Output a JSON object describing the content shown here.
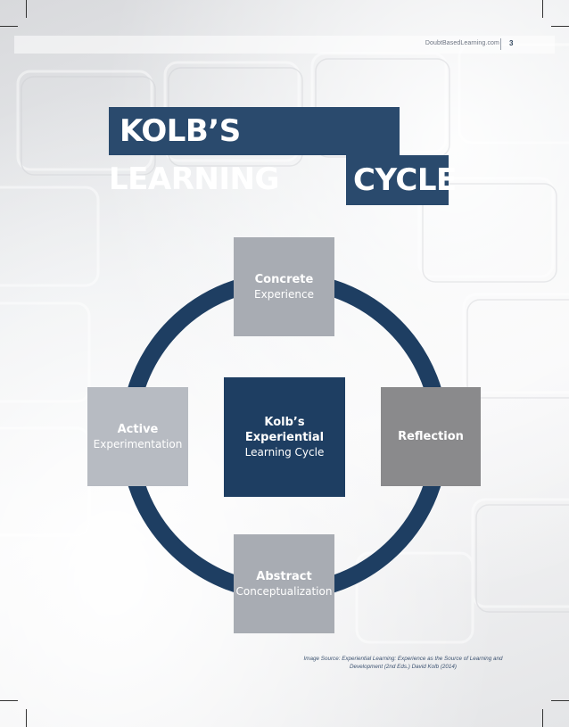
{
  "header": {
    "site_url": "DoubtBasedLearning.com",
    "page_number": "3"
  },
  "title": {
    "line1": "KOLB’S LEARNING",
    "line2": "CYCLE"
  },
  "cycle": {
    "center": {
      "bold": "Kolb’s Experiential",
      "light": "Learning Cycle"
    },
    "top": {
      "bold": "Concrete",
      "light": "Experience"
    },
    "right": {
      "bold": "Reflection"
    },
    "bottom": {
      "bold": "Abstract",
      "light": "Conceptualization"
    },
    "left": {
      "bold": "Active",
      "light": "Experimentation"
    }
  },
  "source_caption": "Image Source: Experiential Learning: Experience as the Source of Learning and Development (2nd Eds.) David Kolb (2014)",
  "colors": {
    "navy": "#1e3e62",
    "title_navy": "#2a4a6d",
    "gray_light": "#b7bbc2",
    "gray_mid": "#a8acb3",
    "gray_dark": "#8a8a8c"
  }
}
